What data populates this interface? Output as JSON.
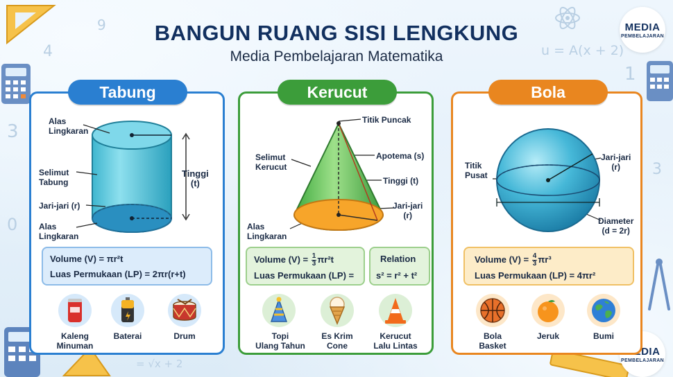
{
  "header": {
    "title": "BANGUN RUANG SISI LENGKUNG",
    "subtitle": "Media Pembelajaran Matematika"
  },
  "logo": {
    "line1": "MEDIA",
    "line2": "PEMBELAJARAN"
  },
  "decorations": {
    "formula_top": "u = A(x + 2)",
    "formula_bottom": "= √x + 2",
    "digits": [
      "4",
      "3",
      "9",
      "1",
      "0",
      "3"
    ]
  },
  "cards": {
    "tabung": {
      "title": "Tabung",
      "labels": {
        "alas_top": "Alas\nLingkaran",
        "selimut": "Selimut\nTabung",
        "jari": "Jari-jari (r)",
        "alas_bottom": "Alas\nLingkaran",
        "tinggi": "Tinggi\n(t)"
      },
      "formula_volume": "Volume (V) = πr²t",
      "formula_lp": "Luas Permukaan (LP) = 2πr(r+t)",
      "examples": [
        {
          "label": "Kaleng\nMinuman",
          "icon": "soda-can-icon"
        },
        {
          "label": "Baterai",
          "icon": "battery-icon"
        },
        {
          "label": "Drum",
          "icon": "drum-icon"
        }
      ]
    },
    "kerucut": {
      "title": "Kerucut",
      "labels": {
        "puncak": "Titik Puncak",
        "selimut": "Selimut\nKerucut",
        "apotema": "Apotema (s)",
        "tinggi": "Tinggi (t)",
        "jari": "Jari-jari\n(r)",
        "alas": "Alas\nLingkaran"
      },
      "formula_volume_prefix": "Volume (V) =",
      "formula_volume_frac_num": "1",
      "formula_volume_frac_den": "3",
      "formula_volume_suffix": "πr²t",
      "formula_lp": "Luas Permukaan (LP) =",
      "relation_title": "Relation",
      "relation_formula": "s² = r² + t²",
      "examples": [
        {
          "label": "Topi\nUlang Tahun",
          "icon": "party-hat-icon"
        },
        {
          "label": "Es Krim\nCone",
          "icon": "ice-cream-icon"
        },
        {
          "label": "Kerucut\nLalu Lintas",
          "icon": "traffic-cone-icon"
        }
      ]
    },
    "bola": {
      "title": "Bola",
      "labels": {
        "pusat": "Titik\nPusat",
        "jari": "Jari-jari\n(r)",
        "diameter": "Diameter\n(d = 2r)"
      },
      "formula_volume_prefix": "Volume (V) =",
      "formula_volume_frac_num": "4",
      "formula_volume_frac_den": "3",
      "formula_volume_suffix": "πr³",
      "formula_lp": "Luas Permukaan (LP) = 4πr²",
      "examples": [
        {
          "label": "Bola\nBasket",
          "icon": "basketball-icon"
        },
        {
          "label": "Jeruk",
          "icon": "orange-fruit-icon"
        },
        {
          "label": "Bumi",
          "icon": "earth-globe-icon"
        }
      ]
    }
  },
  "colors": {
    "blue": "#2a7fd1",
    "green": "#3c9d3a",
    "orange": "#e9861f",
    "navy": "#12305f"
  }
}
